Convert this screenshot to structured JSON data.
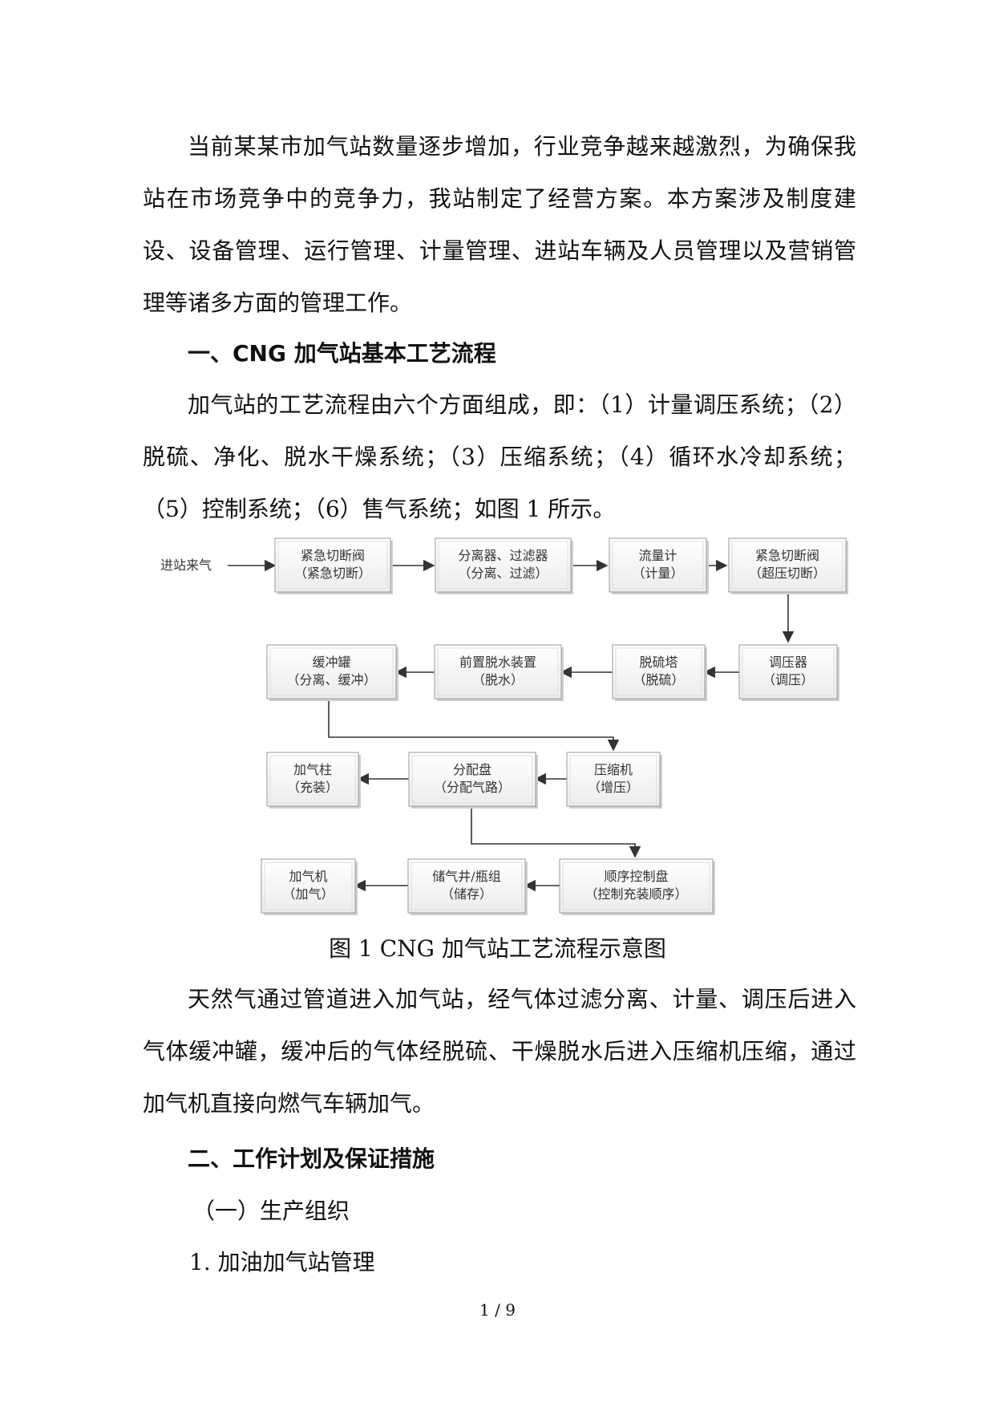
{
  "paragraphs": {
    "intro": "当前某某市加气站数量逐步增加，行业竞争越来越激烈，为确保我站在市场竞争中的竞争力，我站制定了经营方案。本方案涉及制度建设、设备管理、运行管理、计量管理、进站车辆及人员管理以及营销管理等诸多方面的管理工作。",
    "process": "加气站的工艺流程由六个方面组成，即：（1）计量调压系统；（2）脱硫、净化、脱水干燥系统；（3）压缩系统；（4）循环水冷却系统；（5）控制系统；（6）售气系统；如图 1 所示。",
    "description": "天然气通过管道进入加气站，经气体过滤分离、计量、调压后进入气体缓冲罐，缓冲后的气体经脱硫、干燥脱水后进入压缩机压缩，通过加气机直接向燃气车辆加气。"
  },
  "headings": {
    "section1": "一、CNG 加气站基本工艺流程",
    "section2": "二、工作计划及保证措施",
    "subsection1": "（一）生产组织",
    "item1": "1. 加油加气站管理"
  },
  "figure": {
    "caption": "图 1  CNG 加气站工艺流程示意图",
    "inlet_label": "进站来气",
    "nodes": [
      {
        "id": "n1",
        "line1": "紧急切断阀",
        "line2": "（紧急切断）"
      },
      {
        "id": "n2",
        "line1": "分离器、过滤器",
        "line2": "（分离、过滤）"
      },
      {
        "id": "n3",
        "line1": "流量计",
        "line2": "（计量）"
      },
      {
        "id": "n4",
        "line1": "紧急切断阀",
        "line2": "（超压切断）"
      },
      {
        "id": "n5",
        "line1": "调压器",
        "line2": "（调压）"
      },
      {
        "id": "n6",
        "line1": "脱硫塔",
        "line2": "（脱硫）"
      },
      {
        "id": "n7",
        "line1": "前置脱水装置",
        "line2": "（脱水）"
      },
      {
        "id": "n8",
        "line1": "缓冲罐",
        "line2": "（分离、缓冲）"
      },
      {
        "id": "n9",
        "line1": "压缩机",
        "line2": "（增压）"
      },
      {
        "id": "n10",
        "line1": "分配盘",
        "line2": "（分配气路）"
      },
      {
        "id": "n11",
        "line1": "加气柱",
        "line2": "（充装）"
      },
      {
        "id": "n12",
        "line1": "顺序控制盘",
        "line2": "（控制充装顺序）"
      },
      {
        "id": "n13",
        "line1": "储气井/瓶组",
        "line2": "（储存）"
      },
      {
        "id": "n14",
        "line1": "加气机",
        "line2": "（加气）"
      }
    ]
  },
  "footer": {
    "page": "1 / 9"
  }
}
